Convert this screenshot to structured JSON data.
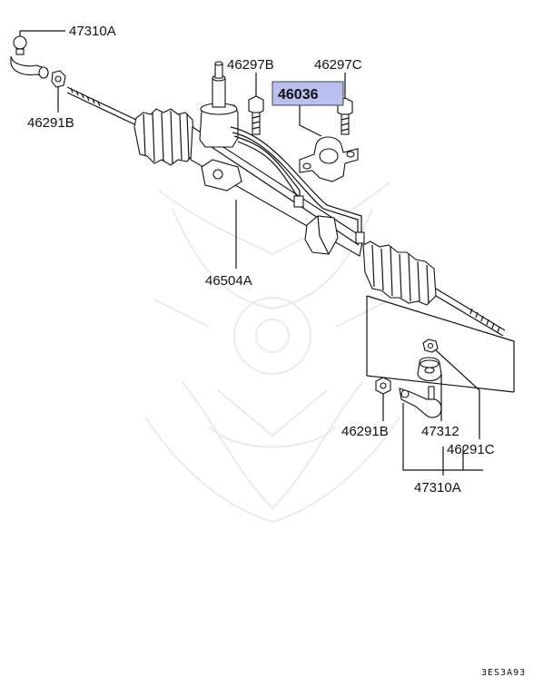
{
  "diagram": {
    "labels": {
      "tie_rod_end_left": "47310A",
      "bolt_left": "46297B",
      "bolt_right": "46297C",
      "clamp_highlight": "46036",
      "nut_left": "46291B",
      "gear_assembly": "46504A",
      "nut_lower": "46291B",
      "boot_kit": "47312",
      "nut_right": "46291C",
      "tie_rod_end_right": "47310A"
    },
    "code": "3ES3A93",
    "highlight_color": "#b9bfee"
  }
}
